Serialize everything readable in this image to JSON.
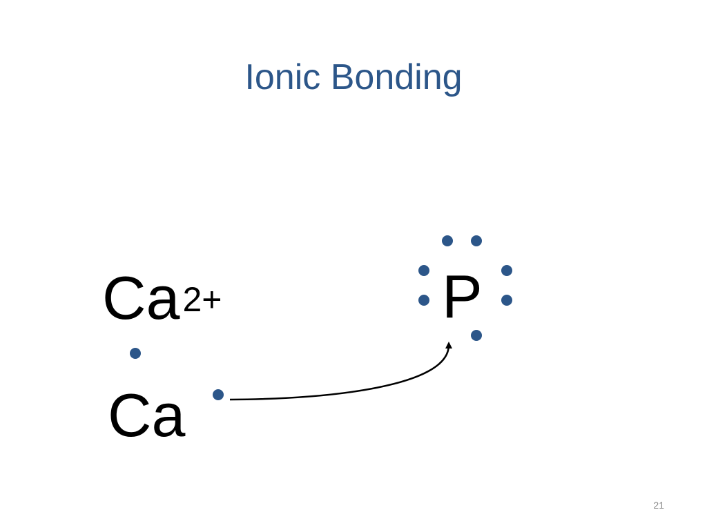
{
  "slide": {
    "title": "Ionic Bonding",
    "ion_symbol": "Ca",
    "ion_charge": "2+",
    "atom_symbol": "Ca",
    "nonmetal_symbol": "P",
    "page_number": "21"
  },
  "colors": {
    "title": "#2c5689",
    "electron_dot": "#2c5689",
    "symbol_text": "#000000",
    "arrow": "#000000"
  }
}
